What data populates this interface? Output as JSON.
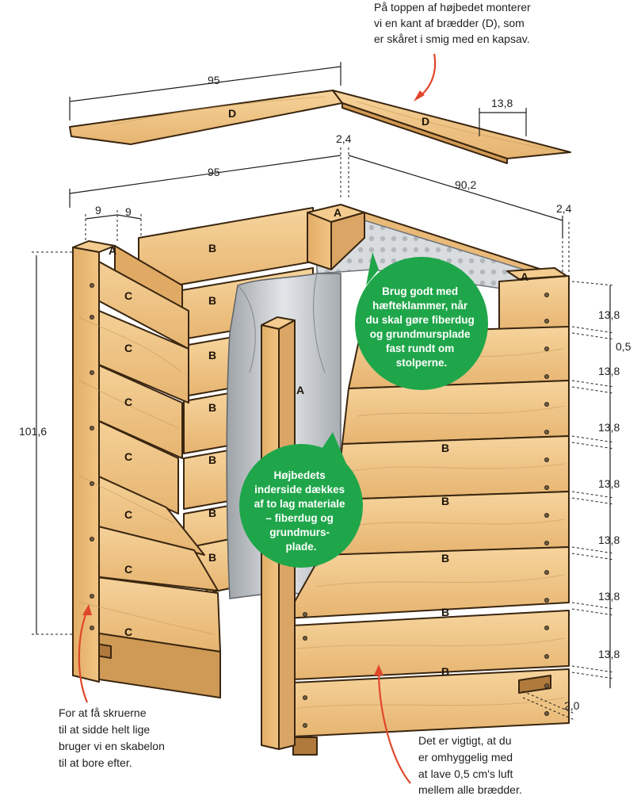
{
  "part_labels": {
    "a": "A",
    "b": "B",
    "c": "C",
    "d": "D"
  },
  "dimensions": {
    "d_length": "95",
    "d_width": "13,8",
    "top_width": "95",
    "top_depth": "90,2",
    "post_thickness_top": "2,4",
    "post_thickness_right": "2,4",
    "post_a": "9",
    "post_b": "9",
    "height": "101,6",
    "board": "13,8",
    "gap": "0,5",
    "foot": "2,0"
  },
  "notes": {
    "top_note": [
      "På toppen af højbedet monterer",
      "vi en kant af brædder (D), som",
      "er skåret i smig med en kapsav."
    ],
    "left_note": [
      "For at få skruerne",
      "til at sidde helt lige",
      "bruger vi en skabelon",
      "til at bore efter."
    ],
    "bottom_note": [
      "Det er vigtigt, at du",
      "er omhyggelig med",
      "at lave 0,5 cm's luft",
      "mellem alle brædder."
    ]
  },
  "bubbles": {
    "staples": [
      "Brug godt med",
      "hæfteklammer, når",
      "du skal gøre fiberdug",
      "og grundmursplade",
      "fast rundt om",
      "stolperne."
    ],
    "lining": [
      "Højbedets",
      "inderside dækkes",
      "af to lag materiale",
      "– fiberdug og",
      "grundmurs-",
      "plade."
    ]
  },
  "colors": {
    "wood": "#f2c98a",
    "wood_dark": "#d9a762",
    "wood_shadow": "#c28b48",
    "membrane": "#c9ccd0",
    "bubble_green": "#1fa64a",
    "arrow_red": "#e0472a"
  }
}
